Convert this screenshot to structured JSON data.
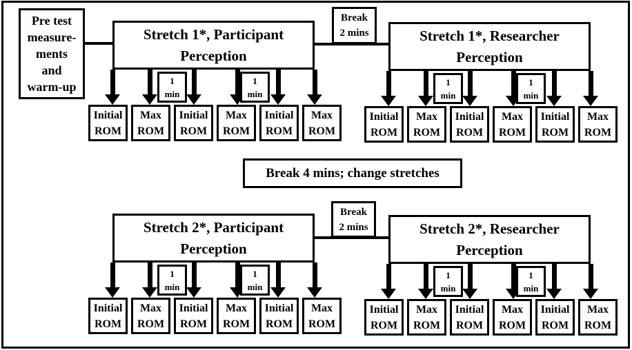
{
  "diagram": {
    "pretest": {
      "lines": [
        "Pre test",
        "measure-",
        "ments",
        "and",
        "warm-up"
      ]
    },
    "break_short": {
      "line1": "Break",
      "line2": "2 mins"
    },
    "break_long": {
      "label": "Break 4 mins; change stretches"
    },
    "one_min": {
      "line1": "1",
      "line2": "min"
    },
    "rom_boxes": [
      {
        "line1": "Initial",
        "line2": "ROM"
      },
      {
        "line1": "Max",
        "line2": "ROM"
      },
      {
        "line1": "Initial",
        "line2": "ROM"
      },
      {
        "line1": "Max",
        "line2": "ROM"
      },
      {
        "line1": "Initial",
        "line2": "ROM"
      },
      {
        "line1": "Max",
        "line2": "ROM"
      }
    ],
    "units": [
      {
        "title_line1": "Stretch 1*, Participant",
        "title_line2": "Perception"
      },
      {
        "title_line1": "Stretch 1*, Researcher",
        "title_line2": "Perception"
      },
      {
        "title_line1": "Stretch 2*, Participant",
        "title_line2": "Perception"
      },
      {
        "title_line1": "Stretch 2*, Researcher",
        "title_line2": "Perception"
      }
    ]
  },
  "colors": {
    "ink": "#000000",
    "background": "#ffffff"
  }
}
